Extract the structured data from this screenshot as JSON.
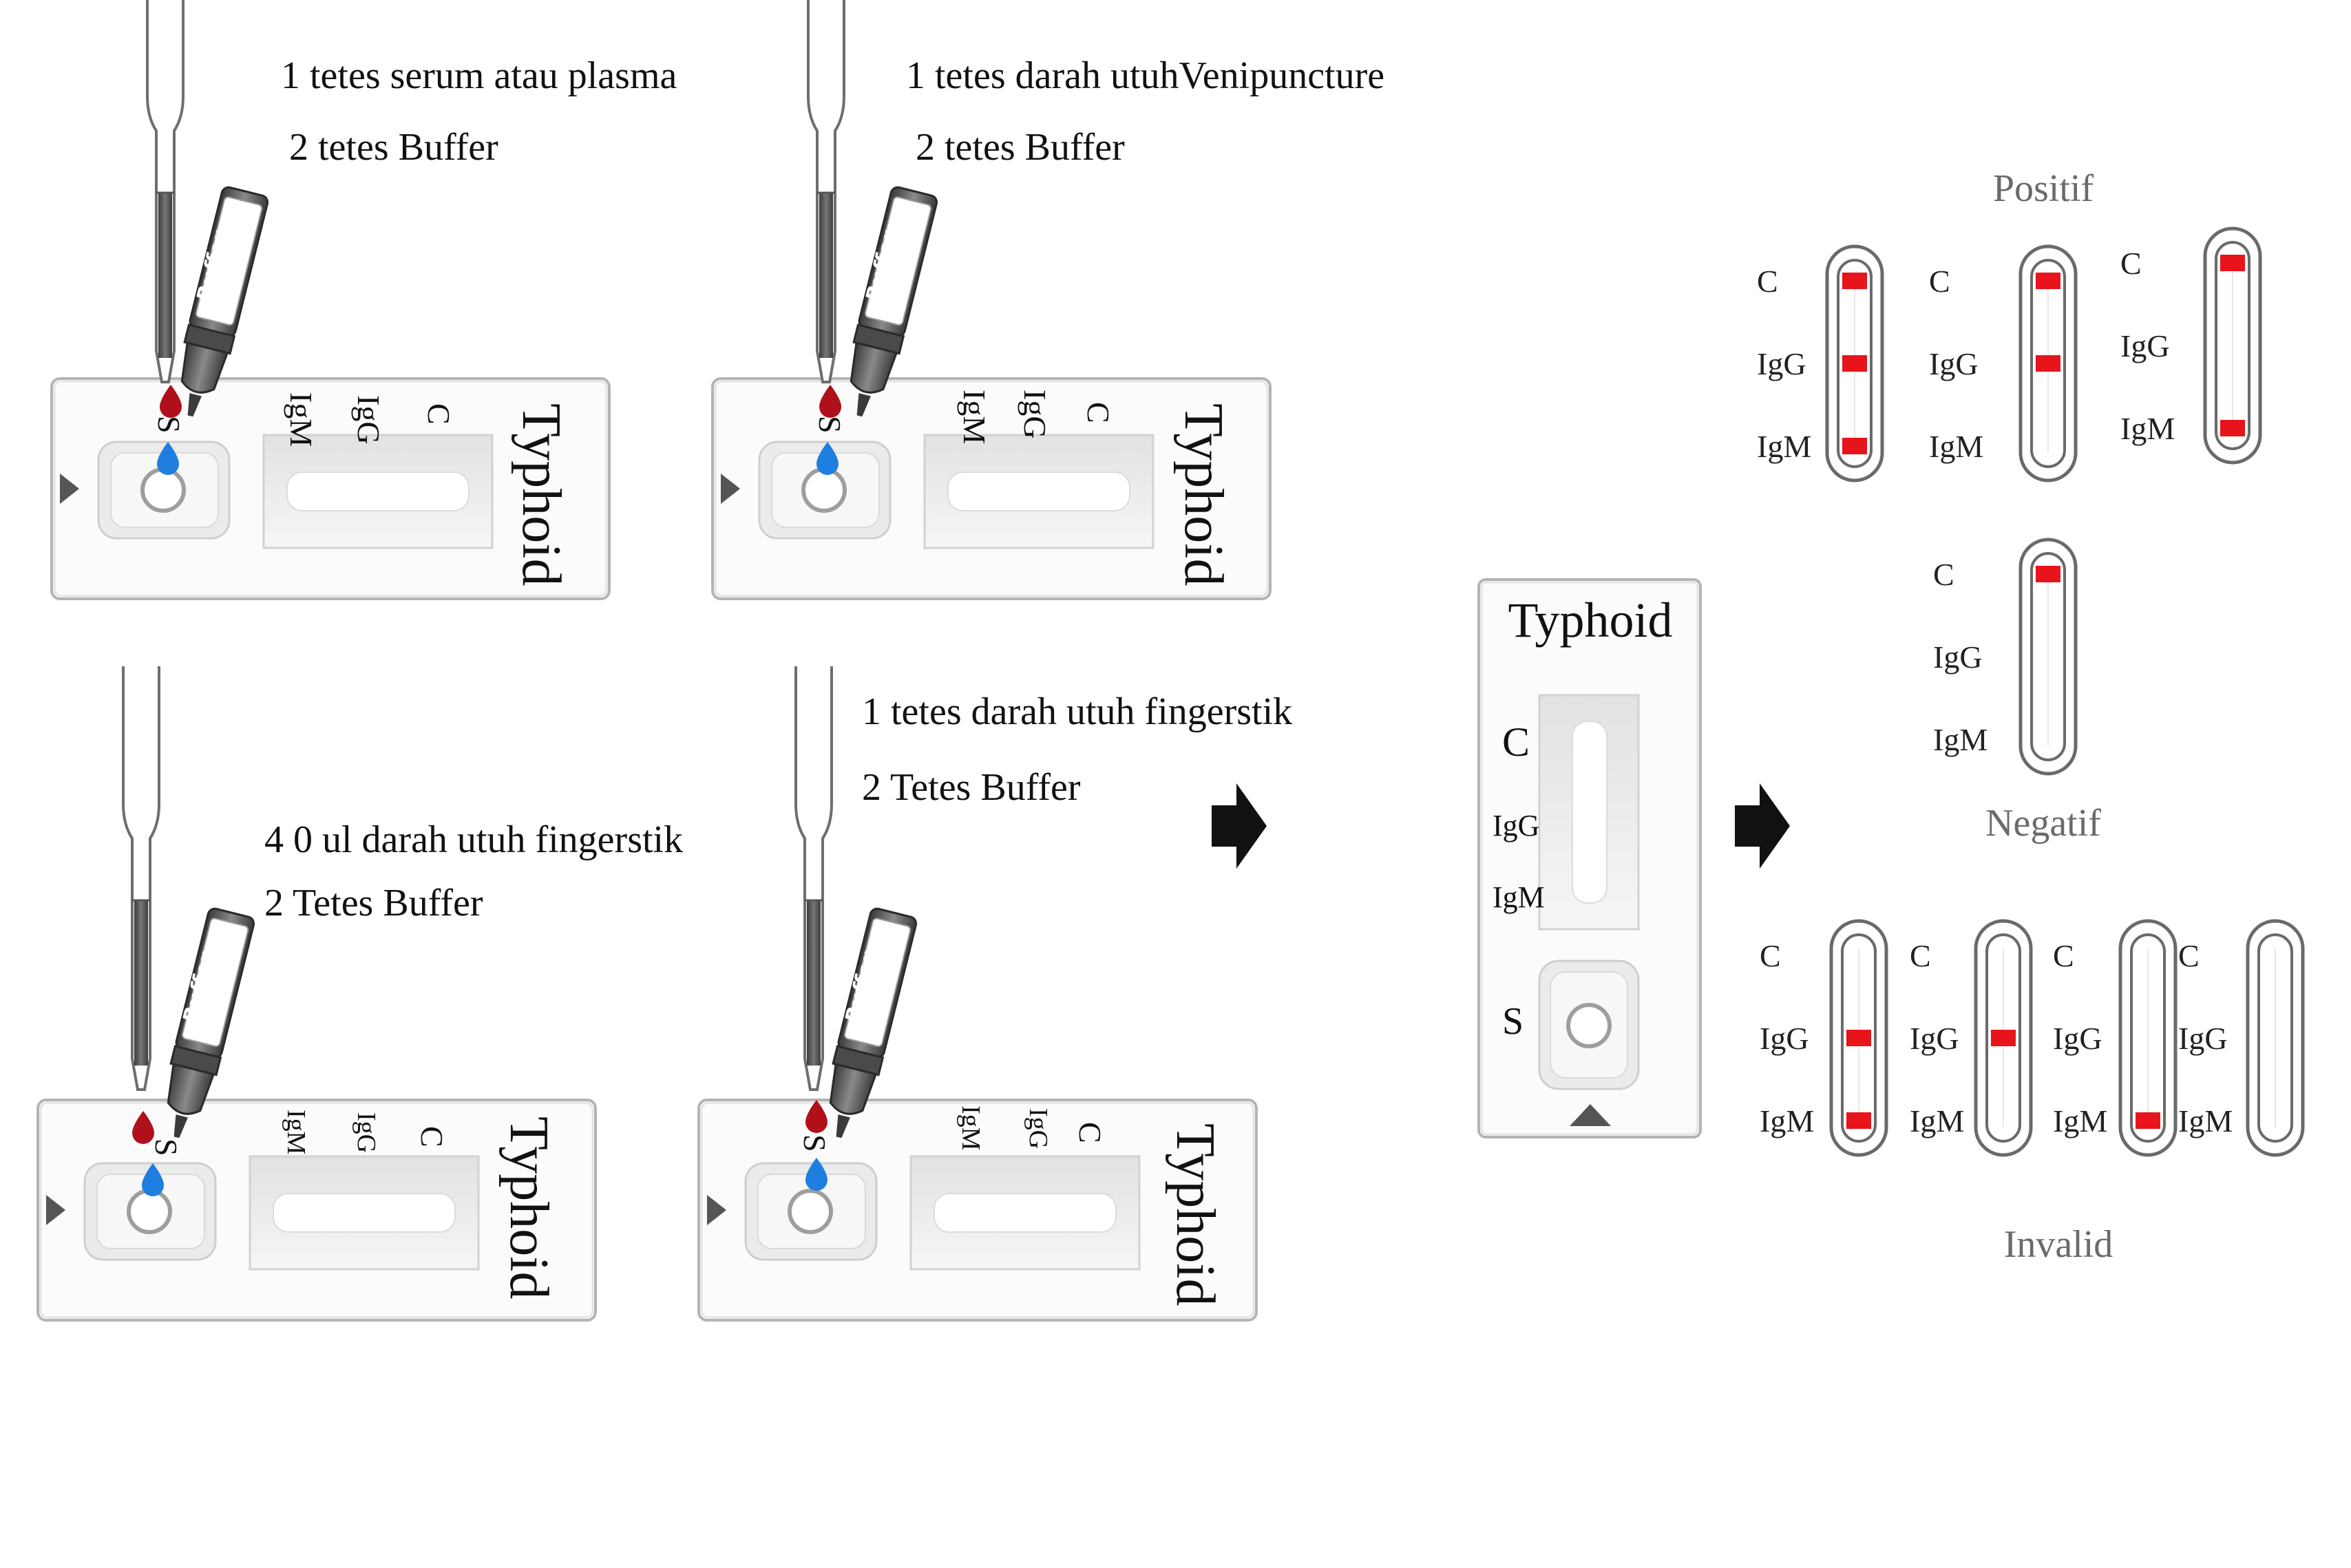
{
  "steps": [
    {
      "line1": "1 tetes serum atau plasma",
      "line2": "2 tetes Buffer"
    },
    {
      "line1": "1 tetes darah utuhVenipuncture",
      "line2": "2 tetes Buffer"
    },
    {
      "line1": "4 0 ul darah utuh fingerstik",
      "line2": "2 Tetes Buffer"
    },
    {
      "line1": "1 tetes darah utuh fingerstik",
      "line2": "2 Tetes Buffer"
    }
  ],
  "card": {
    "name": "Typhoid",
    "s": "S",
    "c": "C",
    "igg": "IgG",
    "igm": "IgM"
  },
  "bottle_label": "Buffer",
  "results": {
    "positive_title": "Positif",
    "negative_title": "Negatif",
    "invalid_title": "Invalid",
    "line_labels": {
      "c": "C",
      "igg": "IgG",
      "igm": "IgM"
    },
    "positive": [
      {
        "c": true,
        "igg": true,
        "igm": true
      },
      {
        "c": true,
        "igg": true,
        "igm": false
      },
      {
        "c": true,
        "igg": false,
        "igm": true
      }
    ],
    "negative": [
      {
        "c": true,
        "igg": false,
        "igm": false
      }
    ],
    "invalid": [
      {
        "c": false,
        "igg": true,
        "igm": true
      },
      {
        "c": false,
        "igg": true,
        "igm": false
      },
      {
        "c": false,
        "igg": false,
        "igm": true
      },
      {
        "c": false,
        "igg": false,
        "igm": false
      }
    ]
  },
  "colors": {
    "line_red": "#e8141c",
    "blood": "#b0101a",
    "buffer_drop": "#1e7fe0",
    "arrow": "#111111"
  }
}
